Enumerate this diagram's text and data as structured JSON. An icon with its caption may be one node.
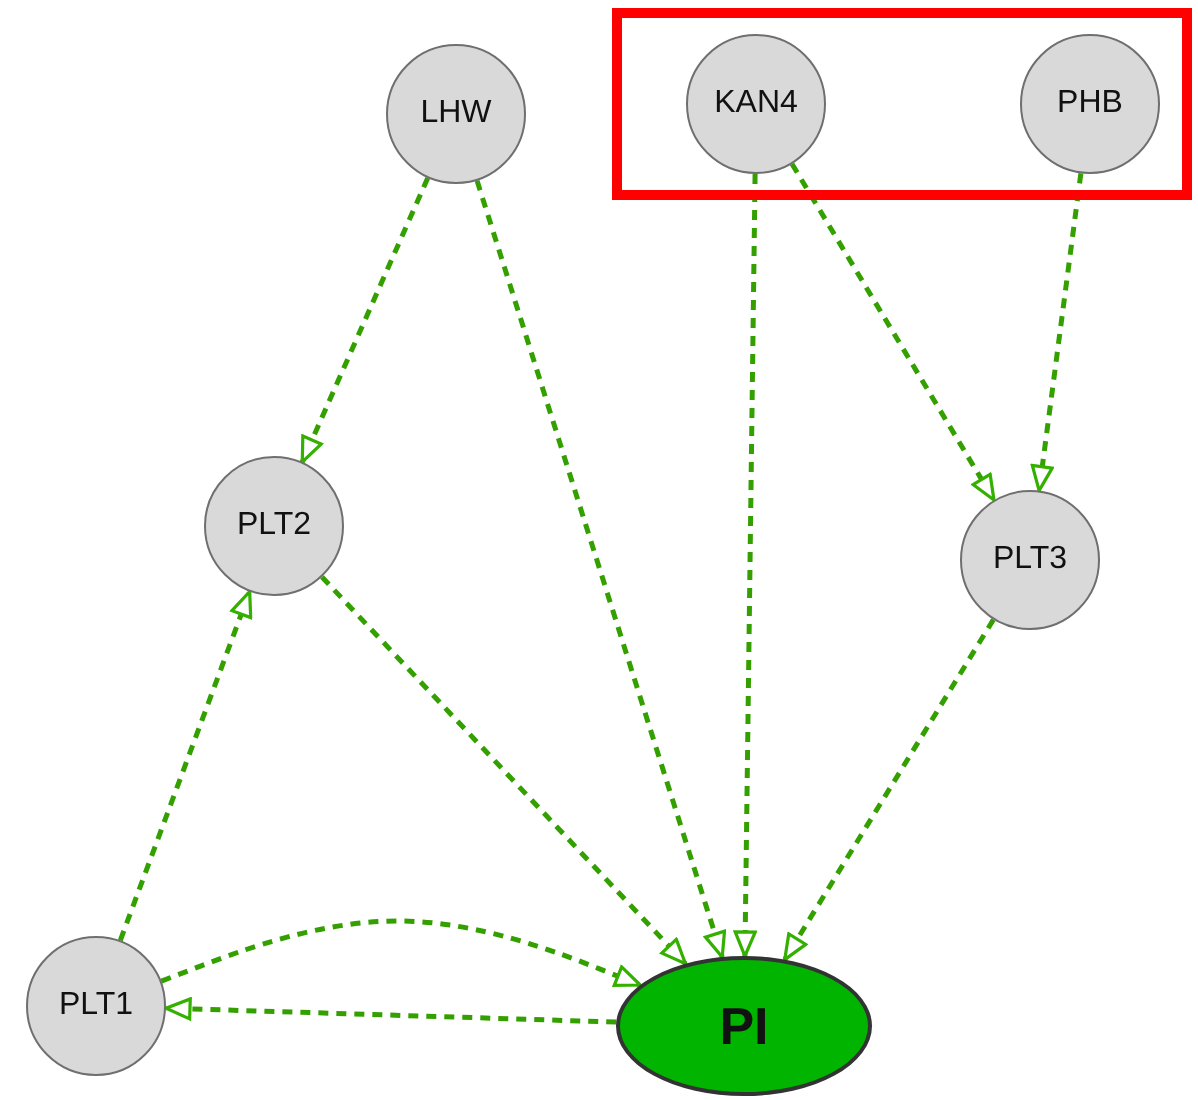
{
  "diagram": {
    "nodes": [
      {
        "text": [
          "LHW"
        ]
      },
      {
        "text": [],
        "shape": "box"
      },
      {
        "text": [
          "KAN4"
        ],
        "in": 1
      },
      {
        "text": [
          "PHB"
        ],
        "in": 1
      },
      {
        "text": [
          "PLT2"
        ]
      },
      {
        "text": [
          "PLT3"
        ]
      },
      {
        "text": [
          "PLT1"
        ]
      },
      {
        "text": [
          "PI"
        ]
      }
    ],
    "edges": [
      {
        "from": 0,
        "to": 4,
        "arrow": "to",
        "style": "dashed"
      },
      {
        "from": 0,
        "to": 7,
        "arrow": "to",
        "style": "dashed"
      },
      {
        "from": 2,
        "to": 7,
        "arrow": "to",
        "style": "dashed"
      },
      {
        "from": 2,
        "to": 5,
        "arrow": "to",
        "style": "dashed"
      },
      {
        "from": 3,
        "to": 5,
        "arrow": "to",
        "style": "dashed"
      },
      {
        "from": 4,
        "to": 7,
        "arrow": "to",
        "style": "dashed"
      },
      {
        "from": 5,
        "to": 7,
        "arrow": "to",
        "style": "dashed"
      },
      {
        "from": 6,
        "to": 4,
        "arrow": "to",
        "style": "dashed"
      },
      {
        "from": 6,
        "to": 7,
        "arrow": "to",
        "style": "dashed"
      },
      {
        "from": 7,
        "to": 6,
        "arrow": "to",
        "style": "dashed"
      }
    ]
  }
}
